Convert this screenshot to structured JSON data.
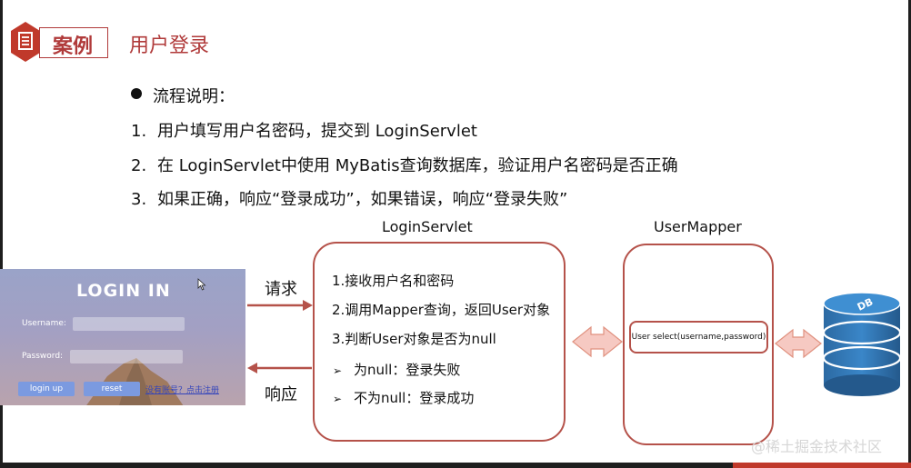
{
  "header": {
    "tag": "案例",
    "title": "用户登录"
  },
  "flow": {
    "heading": "流程说明：",
    "steps": [
      {
        "num": "1.",
        "text": "用户填写用户名密码，提交到 LoginServlet"
      },
      {
        "num": "2.",
        "text": "在 LoginServlet中使用 MyBatis查询数据库，验证用户名密码是否正确"
      },
      {
        "num": "3.",
        "text": "如果正确，响应“登录成功”，如果错误，响应“登录失败”"
      }
    ]
  },
  "login_form": {
    "title": "LOGIN IN",
    "username_label": "Username:",
    "password_label": "Password:",
    "login_button": "login up",
    "reset_button": "reset",
    "register_link": "没有账号？点击注册"
  },
  "arrows": {
    "request": "请求",
    "response": "响应"
  },
  "servlet": {
    "title": "LoginServlet",
    "lines": [
      "1.接收用户名和密码",
      "2.调用Mapper查询，返回User对象",
      "3.判断User对象是否为null"
    ],
    "branches": [
      "为null：登录失败",
      "不为null：登录成功"
    ],
    "chevron": "➢"
  },
  "mapper": {
    "title": "UserMapper",
    "method": "User select(username,password)"
  },
  "db": {
    "label": "DB"
  },
  "watermark": "@稀土掘金技术社区",
  "colors": {
    "accent": "#b03a3a",
    "box_border": "#b5524a",
    "db_blue": "#2f6fa7"
  }
}
